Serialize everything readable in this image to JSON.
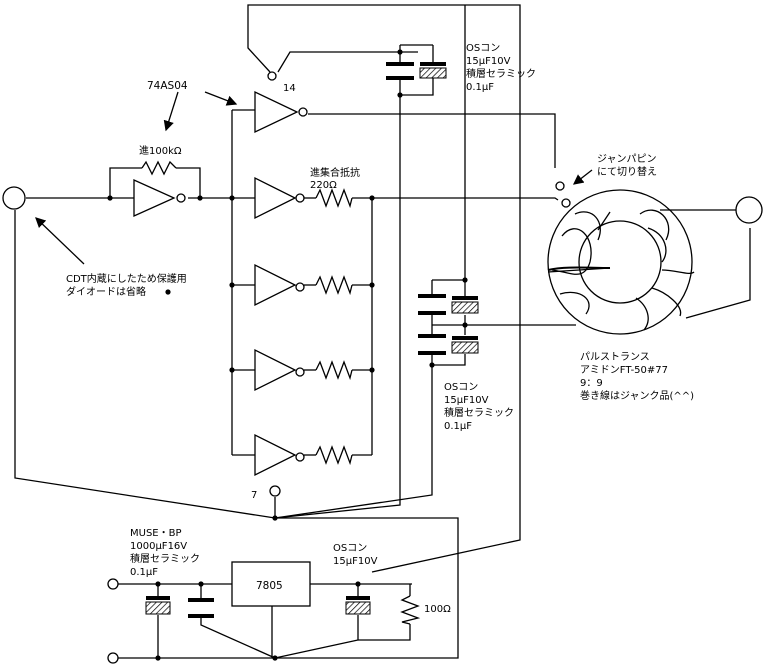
{
  "labels": {
    "ic_name": "74AS04",
    "pin14": "14",
    "pin7": "7",
    "r_input": "進100kΩ",
    "r_combine_1": "進集合抵抗",
    "r_combine_2": "220Ω",
    "protect_1": "CDT内蔵にしたため保護用",
    "protect_2": "ダイオードは省略",
    "jumper_1": "ジャンパピン",
    "jumper_2": "にて切り替え",
    "osc_top_1": "OSコン",
    "osc_top_2": "15μF10V",
    "osc_top_3": "積層セラミック",
    "osc_top_4": "0.1μF",
    "osc_mid_1": "OSコン",
    "osc_mid_2": "15μF10V",
    "osc_mid_3": "積層セラミック",
    "osc_mid_4": "0.1μF",
    "pulse_1": "パルストランス",
    "pulse_2": "アミドンFT-50#77",
    "pulse_3": "9：9",
    "pulse_4": "巻き線はジャンク品(^^)",
    "muse_1": "MUSE・BP",
    "muse_2": "1000μF16V",
    "muse_3": "積層セラミック",
    "muse_4": "0.1μF",
    "osc_bot_1": "OSコン",
    "osc_bot_2": "15μF10V",
    "regulator": "7805",
    "r_load": "100Ω"
  }
}
